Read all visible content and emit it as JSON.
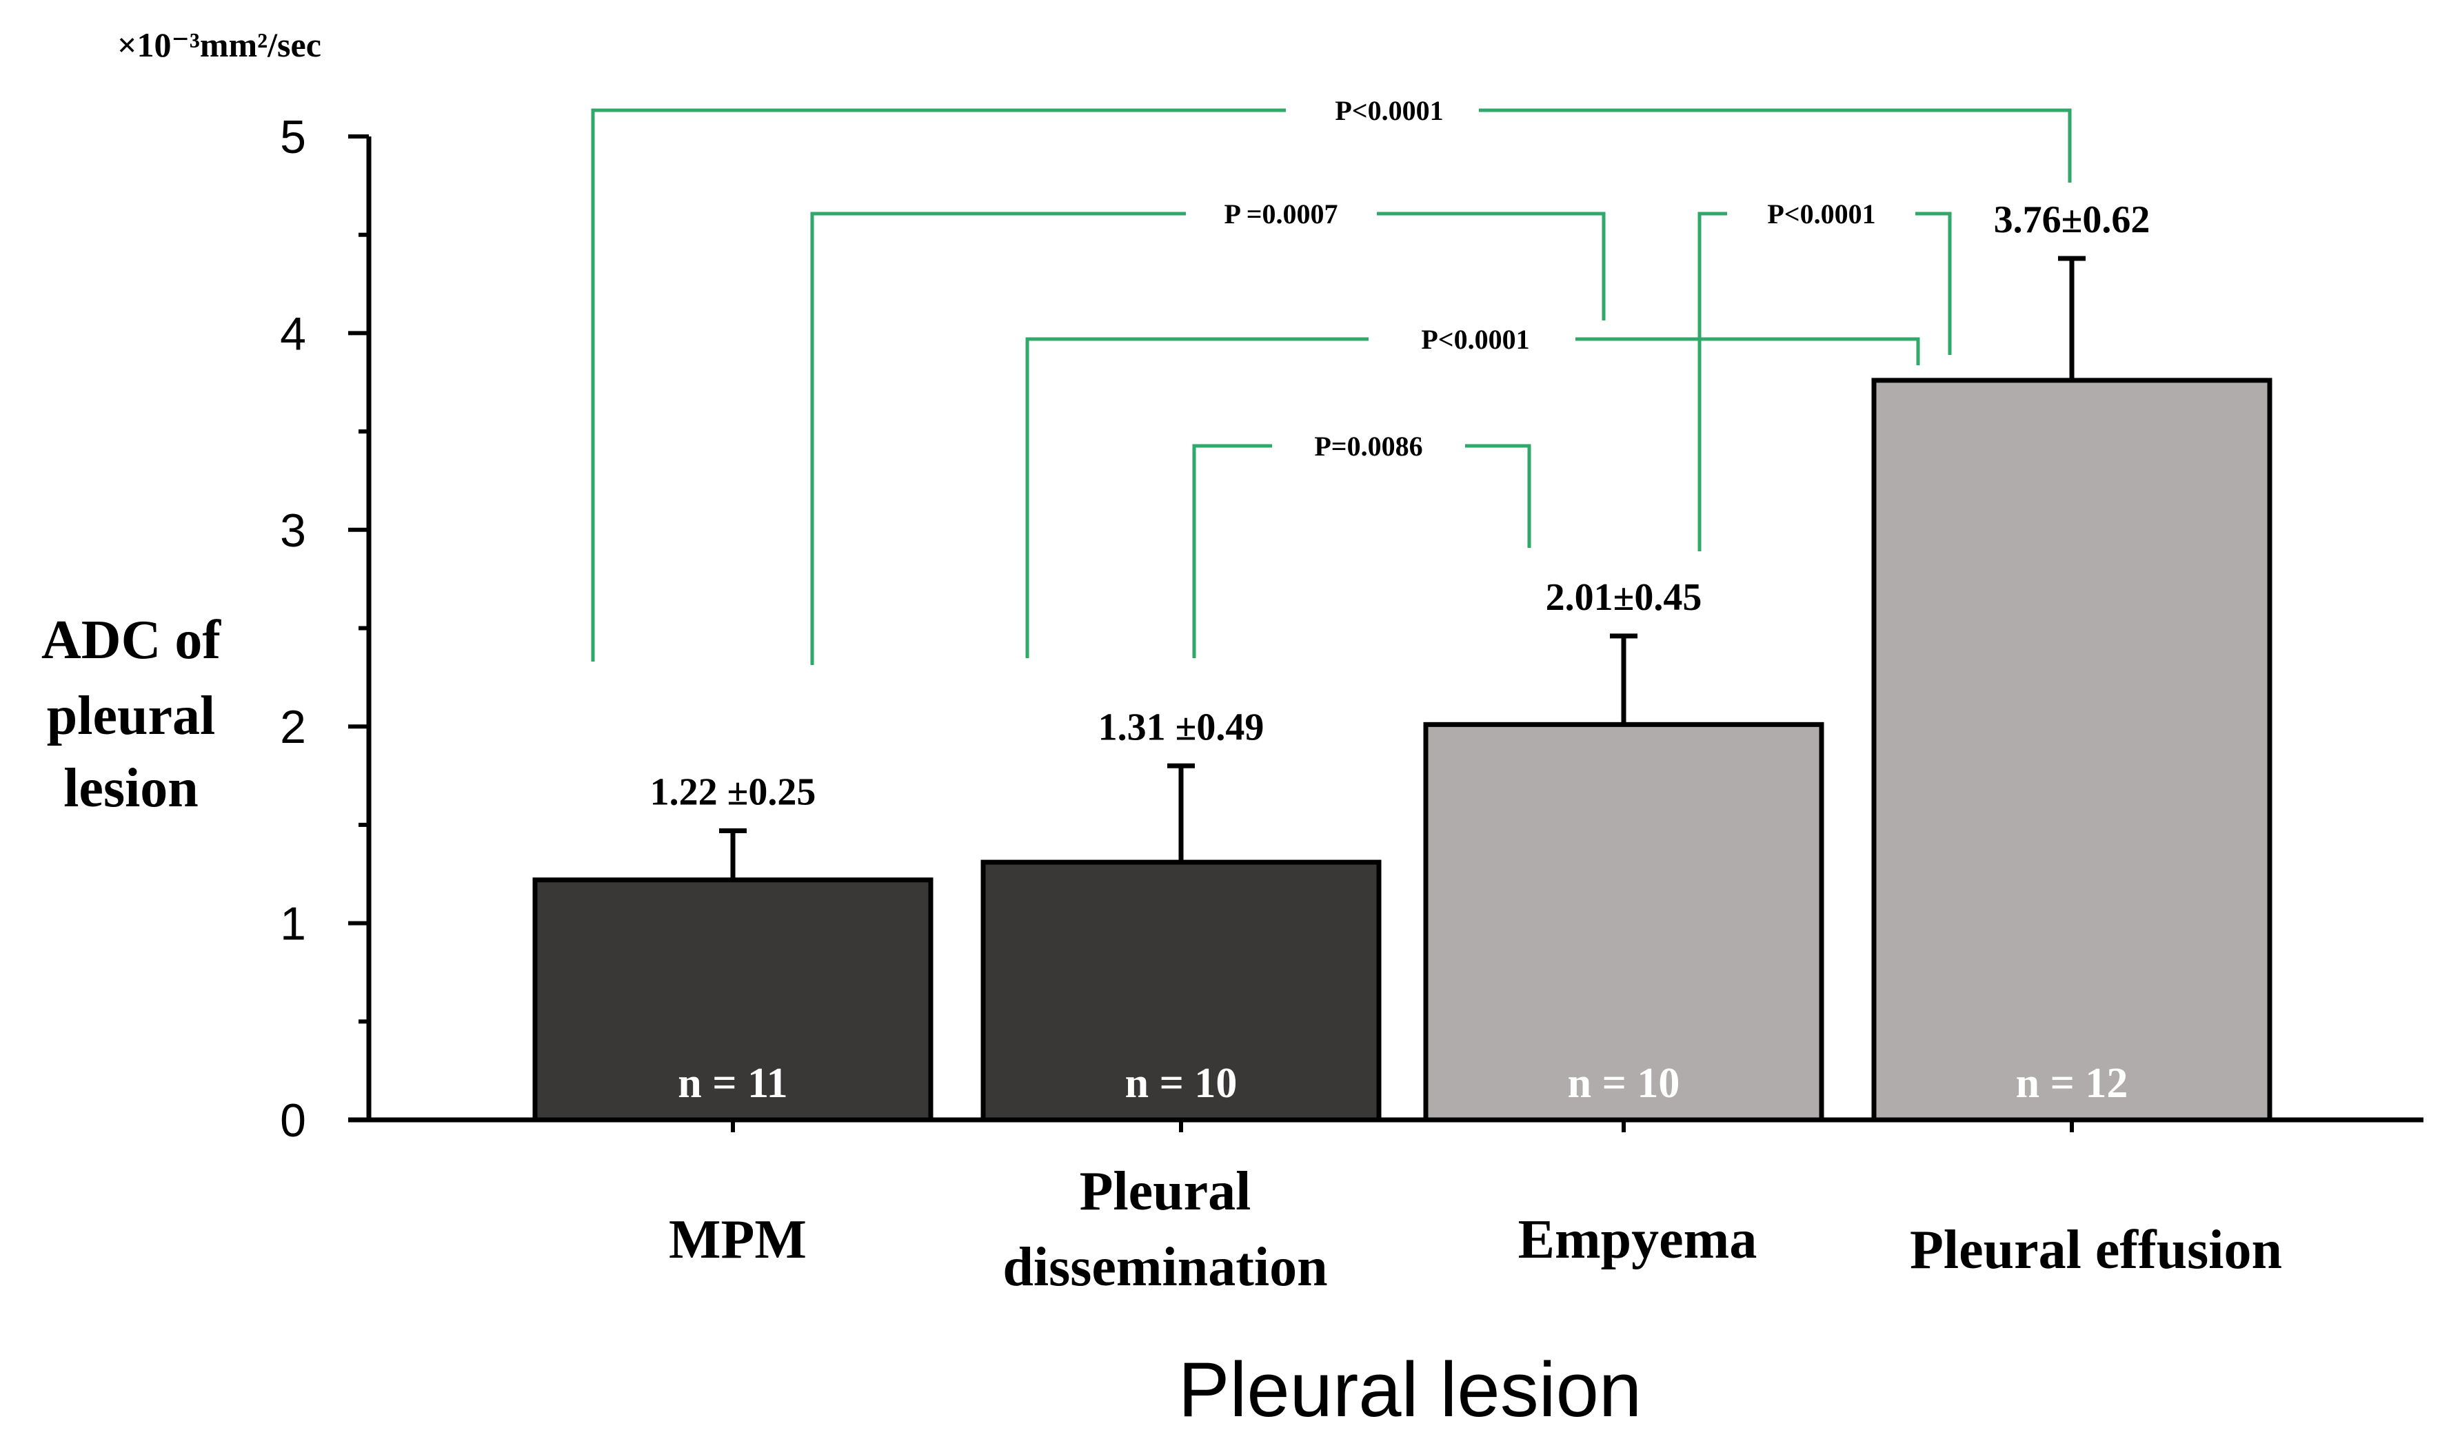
{
  "chart_data": {
    "type": "bar",
    "title": "",
    "units": "×10⁻³mm²/sec",
    "ylabel_lines": [
      "ADC of",
      "pleural",
      "lesion"
    ],
    "xlabel": "Pleural lesion",
    "ylim": [
      0,
      5
    ],
    "yticks": [
      "0",
      "1",
      "2",
      "3",
      "4",
      "5"
    ],
    "categories": [
      [
        "MPM"
      ],
      [
        "Pleural",
        "dissemination"
      ],
      [
        "Empyema"
      ],
      [
        "Pleural effusion"
      ]
    ],
    "values": [
      1.22,
      1.31,
      2.01,
      3.76
    ],
    "errors": [
      0.25,
      0.49,
      0.45,
      0.62
    ],
    "value_labels": [
      "1.22 ±0.25",
      "1.31 ±0.49",
      "2.01±0.45",
      "3.76±0.62"
    ],
    "n_labels": [
      "n = 11",
      "n = 10",
      "n = 10",
      "n = 12"
    ],
    "bar_colors": [
      "#3a3737",
      "#3a3737",
      "#b0acac",
      "#b0acac"
    ],
    "bracket_color": "#2fa86a",
    "comparisons": [
      {
        "from": 0,
        "to": 3,
        "label": "P<0.0001"
      },
      {
        "from": 0,
        "to": 2,
        "label": "P =0.0007"
      },
      {
        "from": 2,
        "to": 3,
        "label": "P<0.0001"
      },
      {
        "from": 1,
        "to": 3,
        "label": "P<0.0001"
      },
      {
        "from": 1,
        "to": 2,
        "label": "P=0.0086"
      }
    ]
  }
}
